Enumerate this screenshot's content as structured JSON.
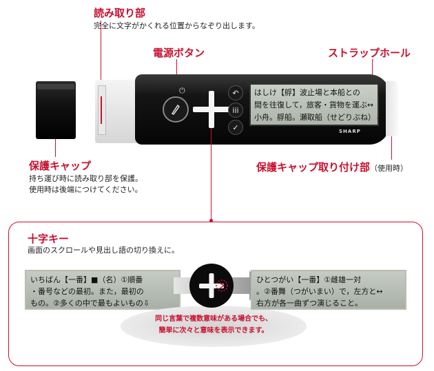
{
  "callouts": {
    "reader": {
      "title": "読み取り部",
      "desc": "完全に文字がかくれる位置からなぞり出します。"
    },
    "power": {
      "title": "電源ボタン"
    },
    "strap": {
      "title": "ストラップホール"
    },
    "cap": {
      "title": "保護キャップ",
      "desc1": "持ち運び時に読み取り部を保護。",
      "desc2": "使用時は後端につけてください。"
    },
    "cap_mount": {
      "title": "保護キャップ取り付け部",
      "note": "（使用時）"
    }
  },
  "device": {
    "screen_lines": [
      "はしけ【艀】波止場と本船との",
      "間を往復して，旅客・貨物を運ぶ↔",
      "小舟。艀船。瀬取船（せどりぶね）⇩"
    ],
    "brand": "SHARP",
    "buttons": {
      "back": "↶",
      "menu": "iii",
      "check": "✓"
    },
    "power_symbol": "⏻"
  },
  "cross_key": {
    "title": "十字キー",
    "desc": "画面のスクロールや見出し語の切り換えに。",
    "left_screen": [
      "いちばん【一番】■（名）①順番",
      "・番号などの最初。また，最初の",
      "もの。②多くの中で最もよいもの⇩"
    ],
    "right_screen": [
      "ひとつがい【一番】①雌雄一対",
      "。②番舞（つがいまい）で，左方と↔",
      "右方が各一曲ずつ演じること。"
    ],
    "note_line1": "同じ言葉で複数意味がある場合でも、",
    "note_line2": "簡単に次々と意味を表示できます。"
  },
  "colors": {
    "accent": "#c8102e"
  }
}
